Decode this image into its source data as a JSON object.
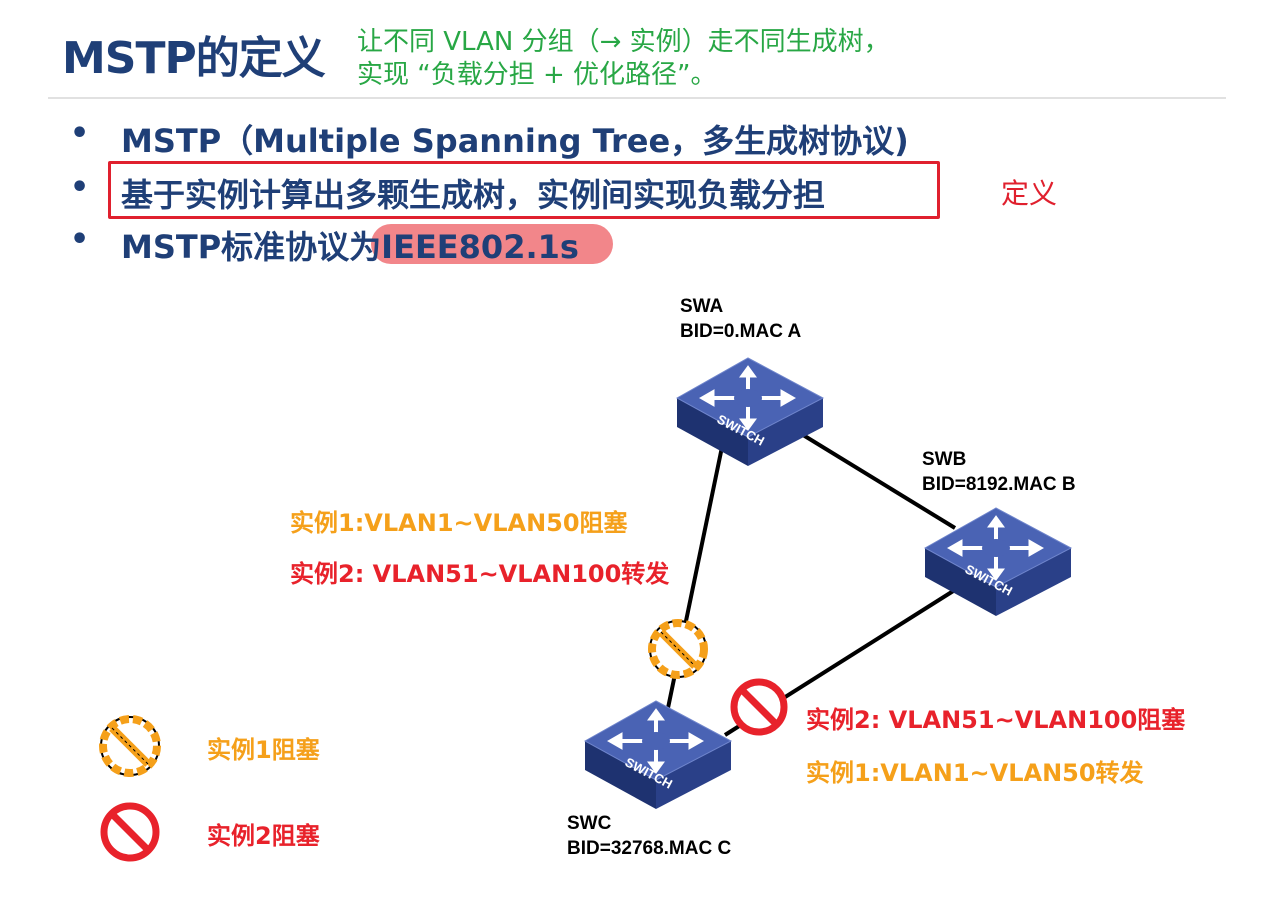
{
  "header": {
    "title": "MSTP的定义",
    "subtitle_line1": "让不同 VLAN 分组（→ 实例）走不同生成树，",
    "subtitle_line2": "实现 “负载分担 + 优化路径”。"
  },
  "bullets": [
    {
      "dot": "•",
      "text": "MSTP（Multiple Spanning Tree，多生成树协议)"
    },
    {
      "dot": "•",
      "text": "基于实例计算出多颗生成树，实例间实现负载分担"
    },
    {
      "dot": "•",
      "text": "MSTP标准协议为IEEE802.1s"
    }
  ],
  "side_label": "定义",
  "colors": {
    "navy": "#1f3f77",
    "green": "#28a745",
    "red": "#e0202e",
    "orange": "#f5a01a",
    "highlight": "#f2868a",
    "switch": "#3b4f9e"
  },
  "switches": {
    "swa": {
      "name": "SWA",
      "bid": "BID=0.MAC A",
      "face_label": "SWITCH"
    },
    "swb": {
      "name": "SWB",
      "bid": "BID=8192.MAC B",
      "face_label": "SWITCH"
    },
    "swc": {
      "name": "SWC",
      "bid": "BID=32768.MAC C",
      "face_label": "SWITCH"
    }
  },
  "link_ac": {
    "instance1": "实例1:VLAN1~VLAN50阻塞",
    "instance2": "实例2: VLAN51~VLAN100转发"
  },
  "link_bc": {
    "instance2": "实例2: VLAN51~VLAN100阻塞",
    "instance1": "实例1:VLAN1~VLAN50转发"
  },
  "legend": {
    "instance1": {
      "icon": "orange-dashed-block-icon",
      "label": "实例1阻塞"
    },
    "instance2": {
      "icon": "red-block-icon",
      "label": "实例2阻塞"
    }
  }
}
